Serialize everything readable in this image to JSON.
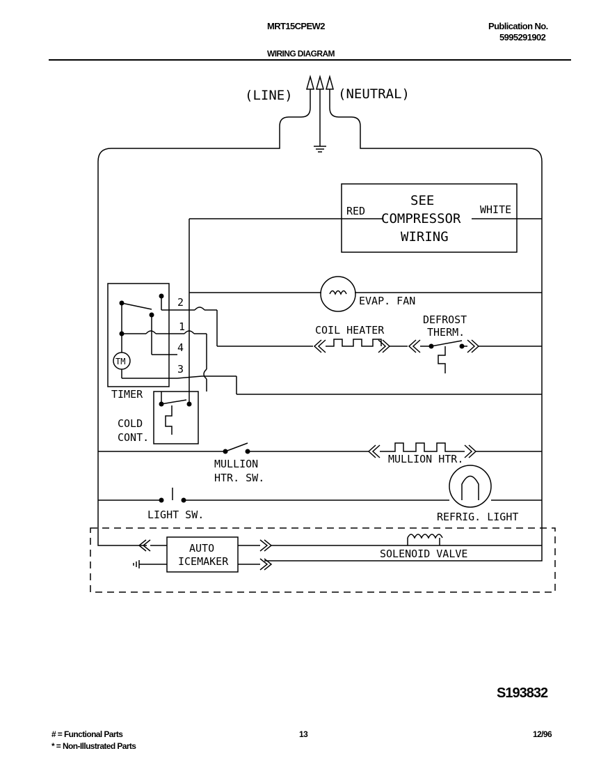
{
  "header": {
    "model": "MRT15CPEW2",
    "publication_label": "Publication No.",
    "publication_number": "5995291902",
    "diagram_title": "WIRING DIAGRAM"
  },
  "supply": {
    "line_label": "(LINE)",
    "neutral_label": "(NEUTRAL)"
  },
  "compressor_box": {
    "red_label": "RED",
    "white_label": "WHITE",
    "line1": "SEE",
    "line2": "COMPRESSOR",
    "line3": "WIRING"
  },
  "components": {
    "evap_fan": "EVAP. FAN",
    "coil_heater": "COIL HEATER",
    "defrost_therm_line1": "DEFROST",
    "defrost_therm_line2": "THERM.",
    "timer": "TIMER",
    "timer_motor": "TM",
    "cold_control_line1": "COLD",
    "cold_control_line2": "CONT.",
    "mullion_sw_line1": "MULLION",
    "mullion_sw_line2": "HTR. SW.",
    "mullion_htr": "MULLION HTR.",
    "light_sw": "LIGHT SW.",
    "refrig_light": "REFRIG. LIGHT",
    "icemaker_line1": "AUTO",
    "icemaker_line2": "ICEMAKER",
    "solenoid_valve": "SOLENOID VALVE"
  },
  "terminals": [
    "2",
    "1",
    "4",
    "3"
  ],
  "footer": {
    "drawing_number": "S193832",
    "legend_functional": "# = Functional Parts",
    "legend_non_illustrated": "* = Non-Illustrated Parts",
    "page_number": "13",
    "date": "12/96"
  }
}
